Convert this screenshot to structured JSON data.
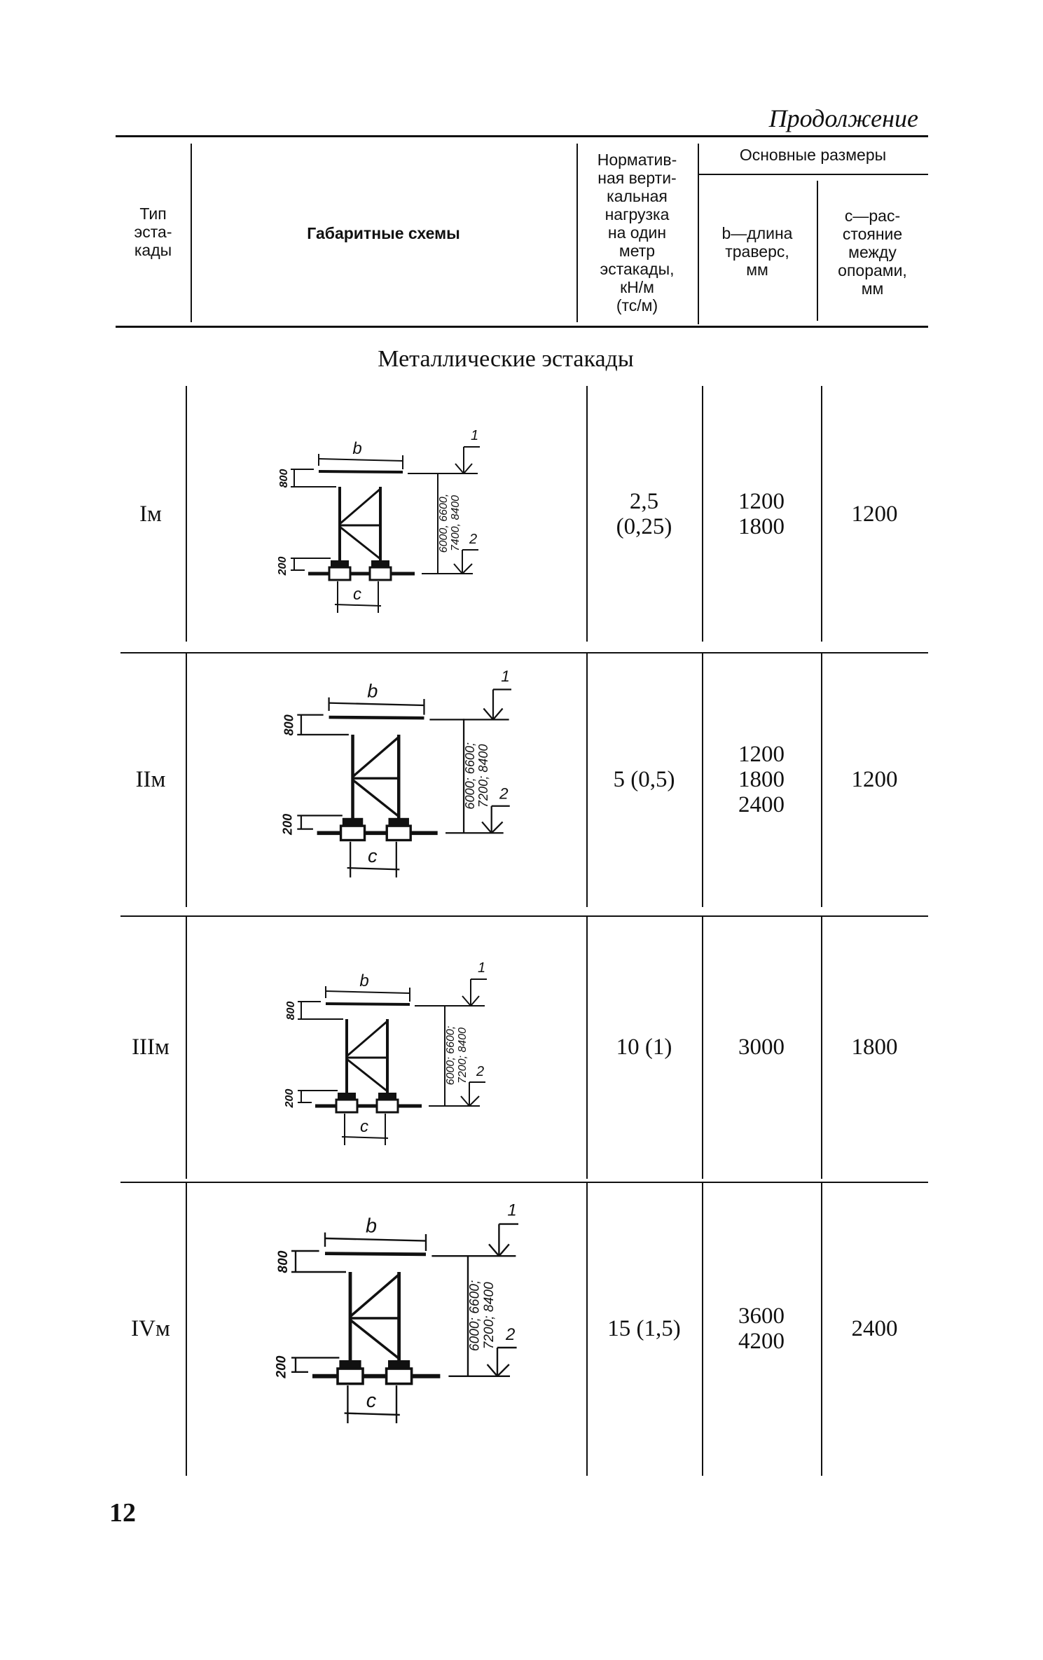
{
  "continuation_label": "Продолжение",
  "header": {
    "type": "Тип\nэста-\nкады",
    "schemes": "Габаритные схемы",
    "load": "Норматив-\nная верти-\nкальная\nнагрузка\nна один\nметр\nэстакады,\nкН/м\n(тс/м)",
    "main_dims": "Основные размеры",
    "b": "b—длина\nтраверс,\nмм",
    "c": "c—рас-\nстояние\nмежду\nопорами,\nмм"
  },
  "section_title": "Металлические эстакады",
  "rows": [
    {
      "type": "Iм",
      "load": "2,5\n(0,25)",
      "b": "1200\n1800",
      "c": "1200",
      "diagram": {
        "b": "b",
        "c": "c",
        "d800": "800",
        "d200": "200",
        "h1": "6000, 6600,",
        "h2": "7400, 8400",
        "m1": "1",
        "m2": "2"
      }
    },
    {
      "type": "IIм",
      "load": "5 (0,5)",
      "b": "1200\n1800\n2400",
      "c": "1200",
      "diagram": {
        "b": "b",
        "c": "c",
        "d800": "800",
        "d200": "200",
        "h1": "6000; 6600;",
        "h2": "7200; 8400",
        "m1": "1",
        "m2": "2"
      }
    },
    {
      "type": "IIIм",
      "load": "10 (1)",
      "b": "3000",
      "c": "1800",
      "diagram": {
        "b": "b",
        "c": "c",
        "d800": "800",
        "d200": "200",
        "h1": "6000; 6600;",
        "h2": "7200; 8400",
        "m1": "1",
        "m2": "2"
      }
    },
    {
      "type": "IVм",
      "load": "15 (1,5)",
      "b": "3600\n4200",
      "c": "2400",
      "diagram": {
        "b": "b",
        "c": "c",
        "d800": "800",
        "d200": "200",
        "h1": "6000; 6600;",
        "h2": "7200; 8400",
        "m1": "1",
        "m2": "2"
      }
    }
  ],
  "page_number": "12"
}
